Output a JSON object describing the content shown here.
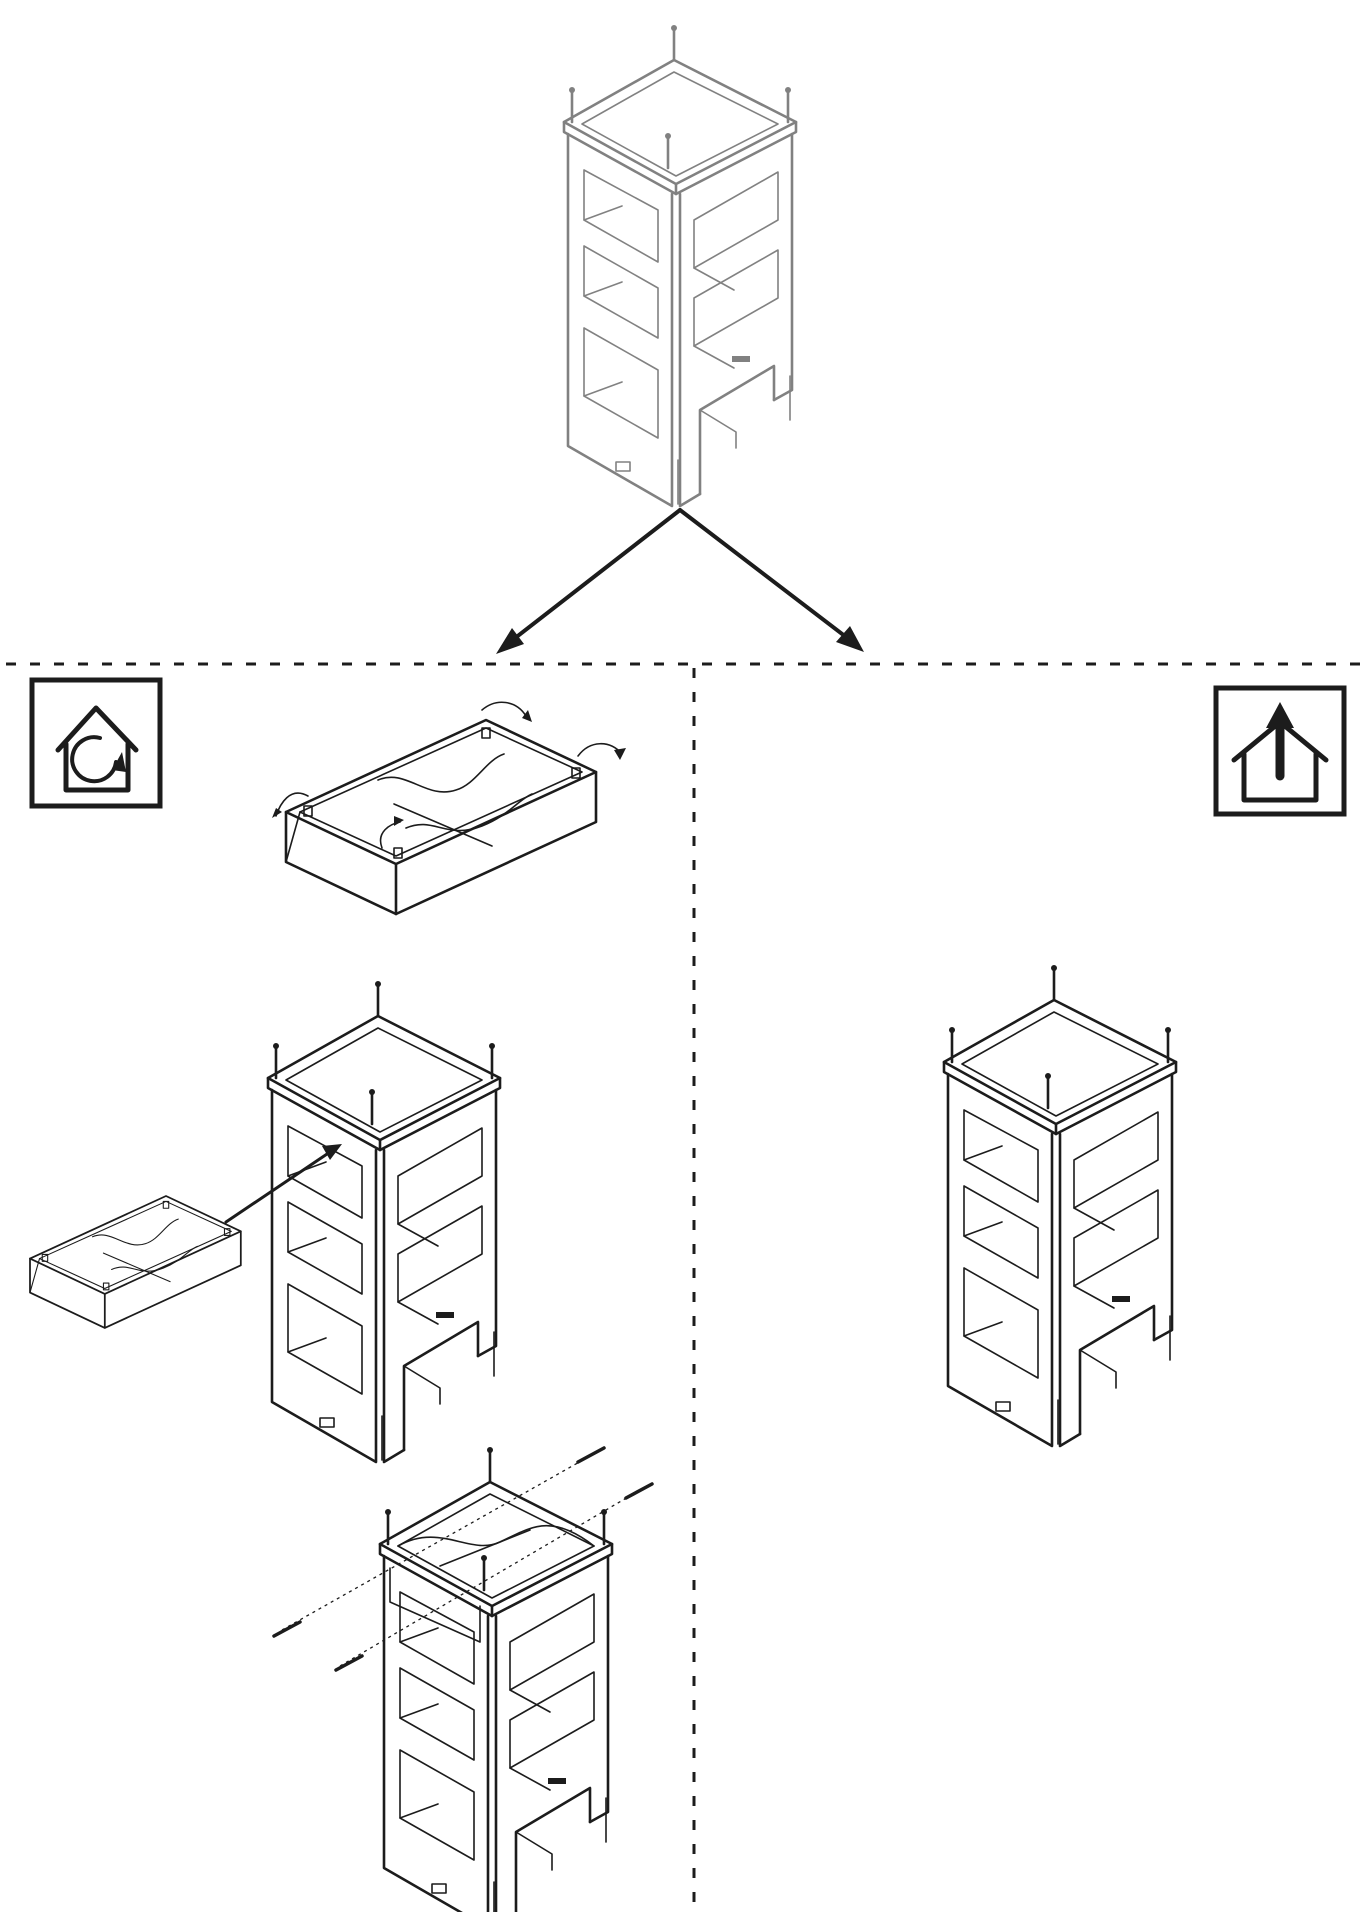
{
  "panels": [
    {
      "id": "left",
      "icon": "house-rotate-icon",
      "meaning": "indoor"
    },
    {
      "id": "right",
      "icon": "house-up-arrow-icon",
      "meaning": "outdoor"
    }
  ],
  "colors": {
    "line": "#1c1c1c",
    "faint": "#8a8a8a",
    "background": "#ffffff"
  }
}
